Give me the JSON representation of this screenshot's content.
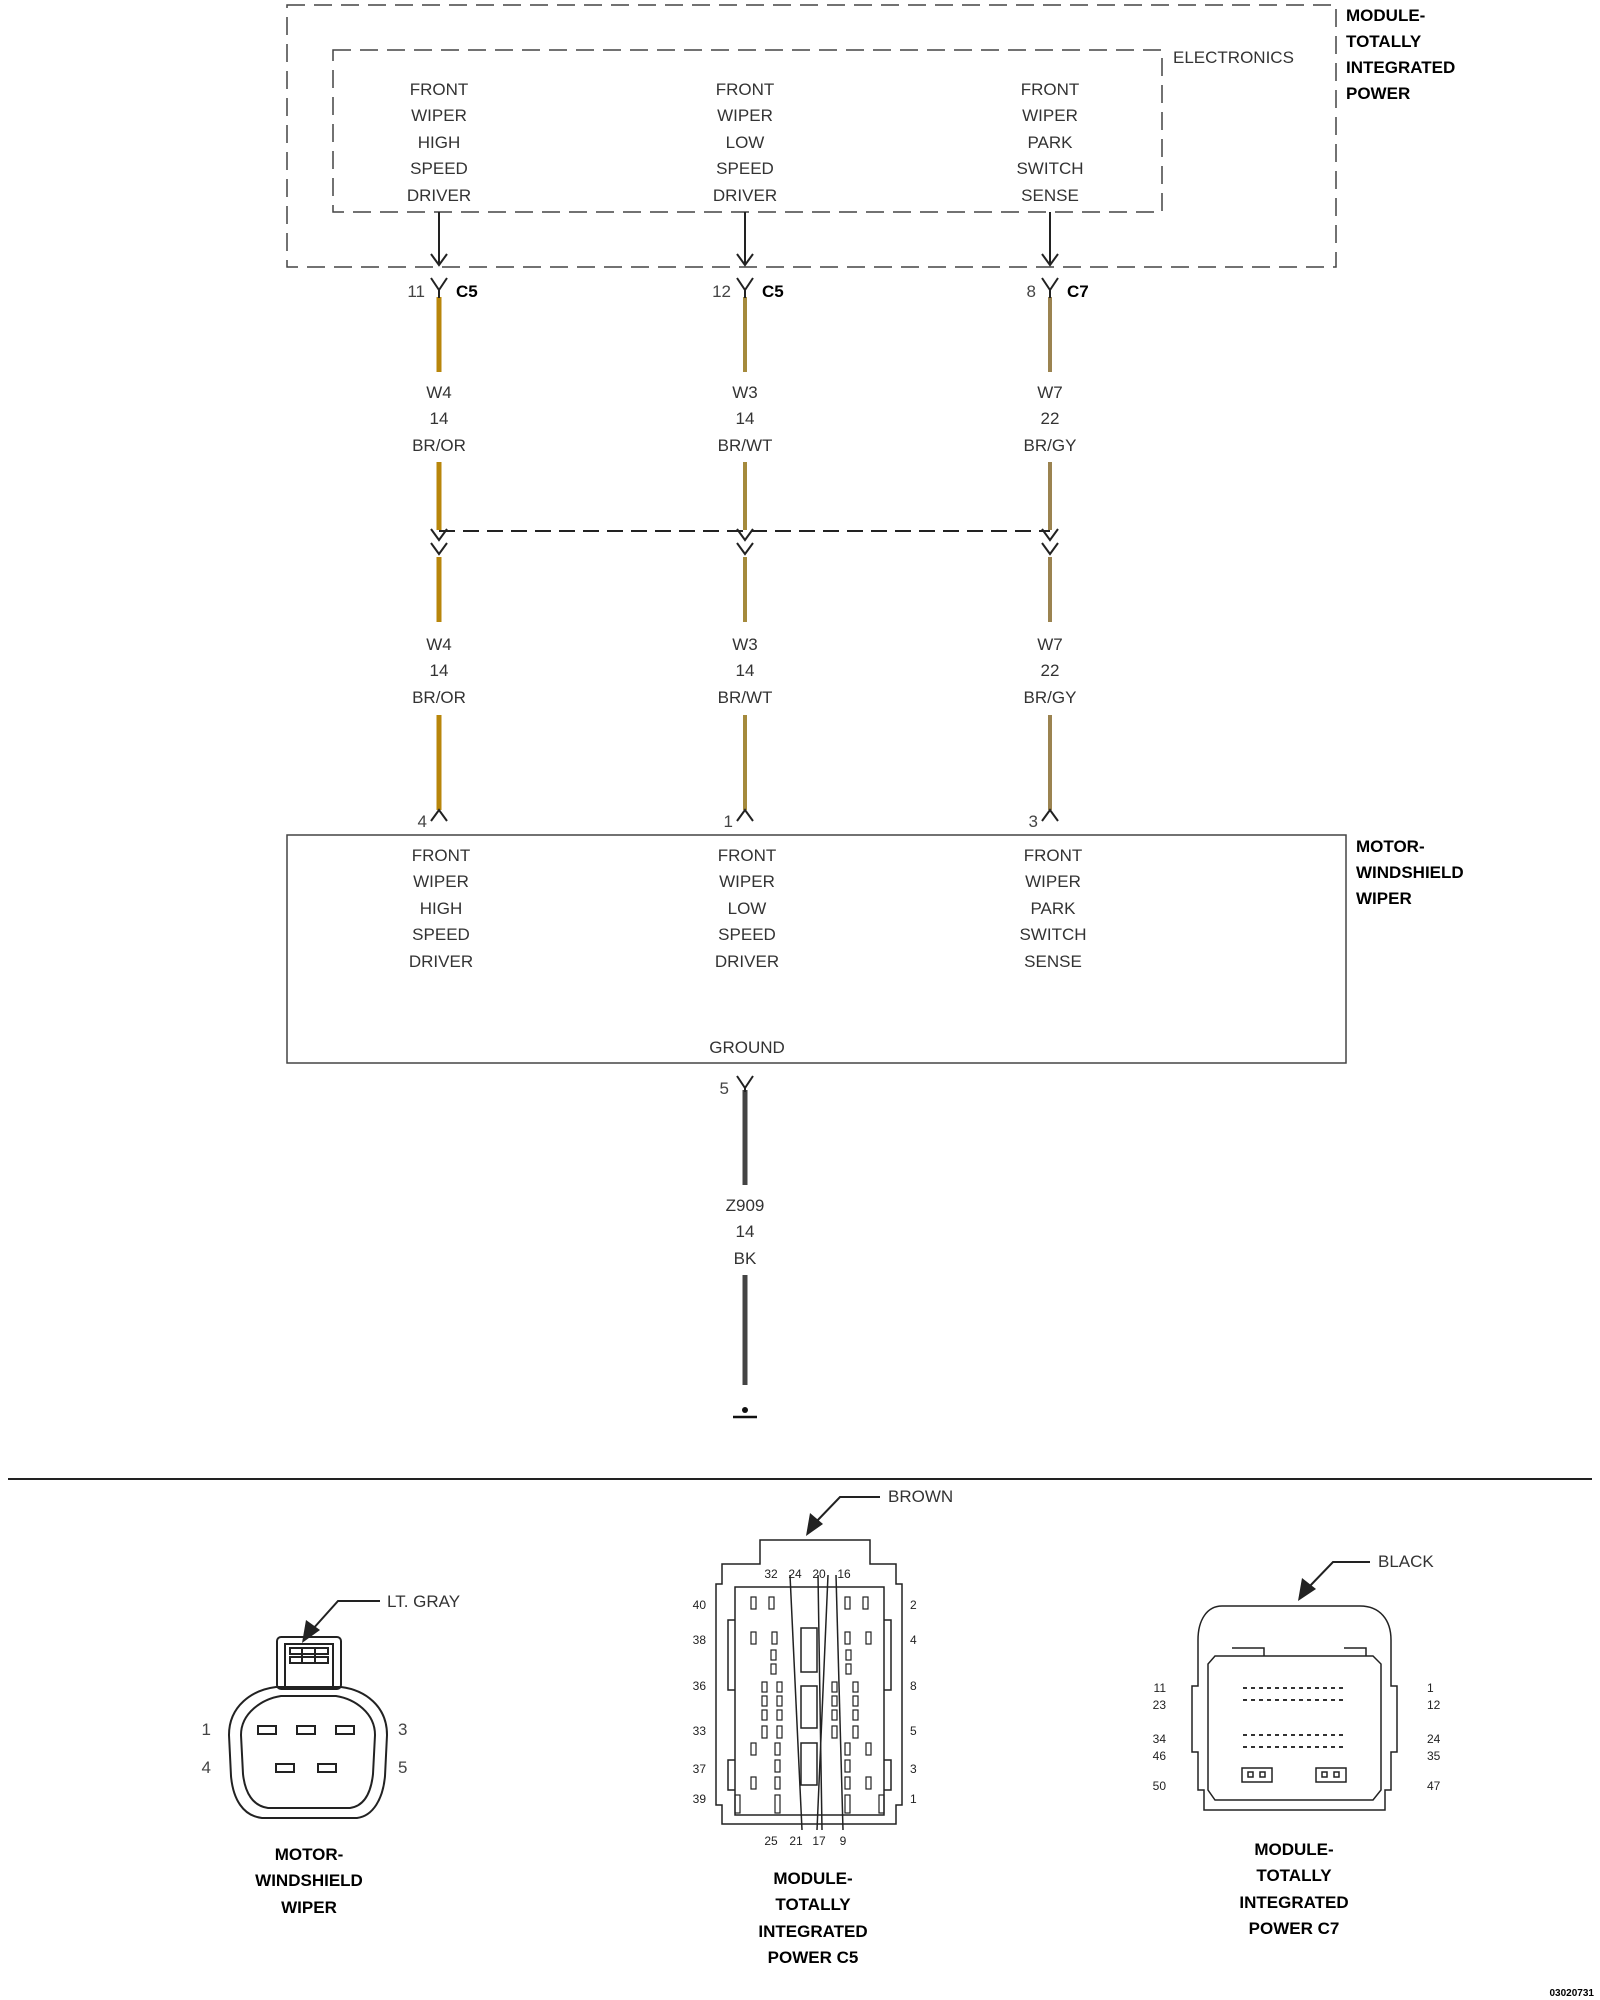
{
  "module_tipm": {
    "name_lines": [
      "MODULE-",
      "TOTALLY",
      "INTEGRATED",
      "POWER"
    ],
    "sub_label": "ELECTRONICS"
  },
  "circuits": [
    {
      "function_lines": [
        "FRONT",
        "WIPER",
        "HIGH",
        "SPEED",
        "DRIVER"
      ],
      "module_pin": "11",
      "module_connector": "C5",
      "wire": {
        "circuit": "W4",
        "gauge": "14",
        "color": "BR/OR"
      },
      "motor_pin": "4",
      "wire_hex": "#B8860B"
    },
    {
      "function_lines": [
        "FRONT",
        "WIPER",
        "LOW",
        "SPEED",
        "DRIVER"
      ],
      "module_pin": "12",
      "module_connector": "C5",
      "wire": {
        "circuit": "W3",
        "gauge": "14",
        "color": "BR/WT"
      },
      "motor_pin": "1",
      "wire_hex": "#A58A3C"
    },
    {
      "function_lines": [
        "FRONT",
        "WIPER",
        "PARK",
        "SWITCH",
        "SENSE"
      ],
      "module_pin": "8",
      "module_connector": "C7",
      "wire": {
        "circuit": "W7",
        "gauge": "22",
        "color": "BR/GY"
      },
      "motor_pin": "3",
      "wire_hex": "#9B8350"
    }
  ],
  "motor": {
    "name_lines": [
      "MOTOR-",
      "WINDSHIELD",
      "WIPER"
    ],
    "ground_label": "GROUND",
    "ground_pin": "5",
    "ground_wire": {
      "circuit": "Z909",
      "gauge": "14",
      "color": "BK"
    },
    "ground_wire_hex": "#444444"
  },
  "connector_views": [
    {
      "caption_lines": [
        "MOTOR-",
        "WINDSHIELD",
        "WIPER"
      ],
      "color_callout": "LT. GRAY",
      "pin_labels": [
        "1",
        "3",
        "4",
        "5"
      ]
    },
    {
      "caption_lines": [
        "MODULE-",
        "TOTALLY",
        "INTEGRATED",
        "POWER C5"
      ],
      "color_callout": "BROWN",
      "top_pins": [
        "32",
        "24",
        "20",
        "16"
      ],
      "bottom_pins": [
        "25",
        "21",
        "17",
        "9"
      ],
      "left_pins": [
        "40",
        "38",
        "36",
        "33",
        "37",
        "39"
      ],
      "right_pins": [
        "2",
        "4",
        "8",
        "5",
        "3",
        "1"
      ]
    },
    {
      "caption_lines": [
        "MODULE-",
        "TOTALLY",
        "INTEGRATED",
        "POWER C7"
      ],
      "color_callout": "BLACK",
      "left_pins": [
        "11",
        "23",
        "34",
        "46",
        "50"
      ],
      "right_pins": [
        "1",
        "12",
        "24",
        "35",
        "47"
      ]
    }
  ],
  "figure_id": "03020731"
}
